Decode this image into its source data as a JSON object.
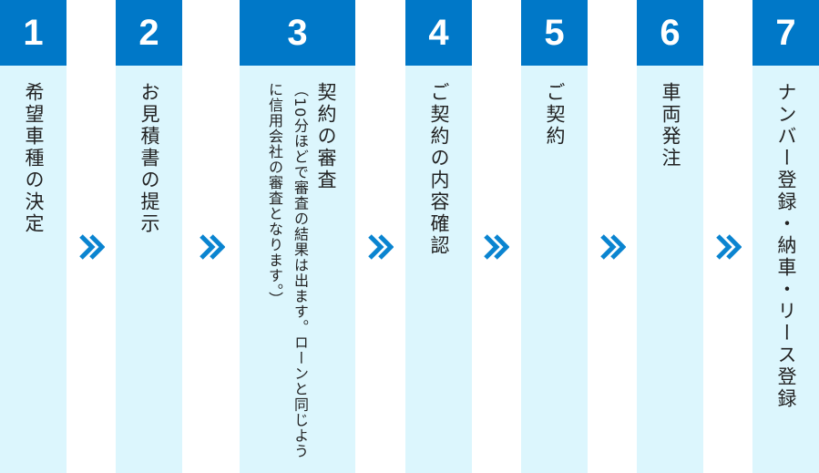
{
  "steps": [
    {
      "number": "1",
      "label": "希望車種の決定"
    },
    {
      "number": "2",
      "label": "お見積書の提示"
    },
    {
      "number": "3",
      "label": "契約の審査",
      "note": "（10分ほどで審査の結果は出ます。ローンと同じように信用会社の審査となります。）"
    },
    {
      "number": "4",
      "label": "ご契約の内容確認"
    },
    {
      "number": "5",
      "label": "ご契約"
    },
    {
      "number": "6",
      "label": "車両発注"
    },
    {
      "number": "7",
      "label": "ナンバー登録・納車・リース登録"
    }
  ],
  "colors": {
    "header": "#0078c8",
    "body": "#dcf6fd",
    "arrow": "#0a84d0"
  }
}
